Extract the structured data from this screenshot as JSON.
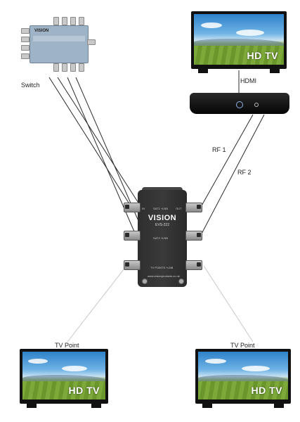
{
  "labels": {
    "switch": "Switch",
    "hdmi": "HDMI",
    "rf1": "RF 1",
    "rf2": "RF  2",
    "tv_point_left": "TV Point",
    "tv_point_right": "TV Point"
  },
  "tvs": {
    "top": {
      "badge": "HD TV"
    },
    "bottom_left": {
      "badge": "HD TV"
    },
    "bottom_right": {
      "badge": "HD TV"
    }
  },
  "switch": {
    "brand": "VISION"
  },
  "splitter": {
    "brand": "VISION",
    "model": "EVS-222",
    "sat1": "SAT1 +LNB",
    "sat2": "SAT2 +LNB",
    "in": "IN",
    "out": "OUT",
    "tvpoints": "TV POINTS +LNB",
    "website": "www.visionproducts.co.uk"
  },
  "colors": {
    "wire": "#2b2b2b",
    "wire_faint": "#c8c8c8",
    "device_dark": "#222222",
    "switch_body": "#9fb3c6"
  }
}
